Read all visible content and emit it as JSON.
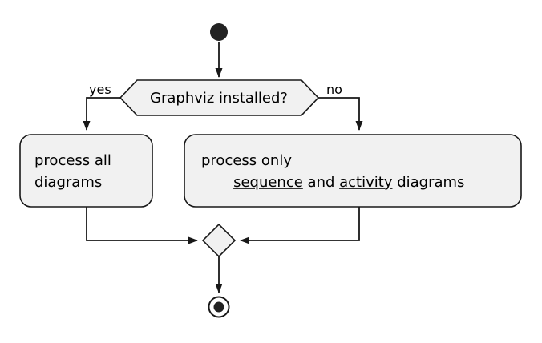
{
  "diagram": {
    "title": "activity-flowchart",
    "decision": {
      "label": "Graphviz installed?",
      "yes_label": "yes",
      "no_label": "no"
    },
    "left_box": {
      "line1": "process all",
      "line2": "diagrams"
    },
    "right_box": {
      "line1": "process only",
      "line2": {
        "underlined1": "sequence",
        "middle": " and ",
        "underlined2": "activity",
        "suffix": " diagrams"
      }
    },
    "colors": {
      "node_fill": "#F1F1F1",
      "border": "#181818",
      "start_end_fill": "#222222",
      "background": "#FFFFFF"
    }
  }
}
